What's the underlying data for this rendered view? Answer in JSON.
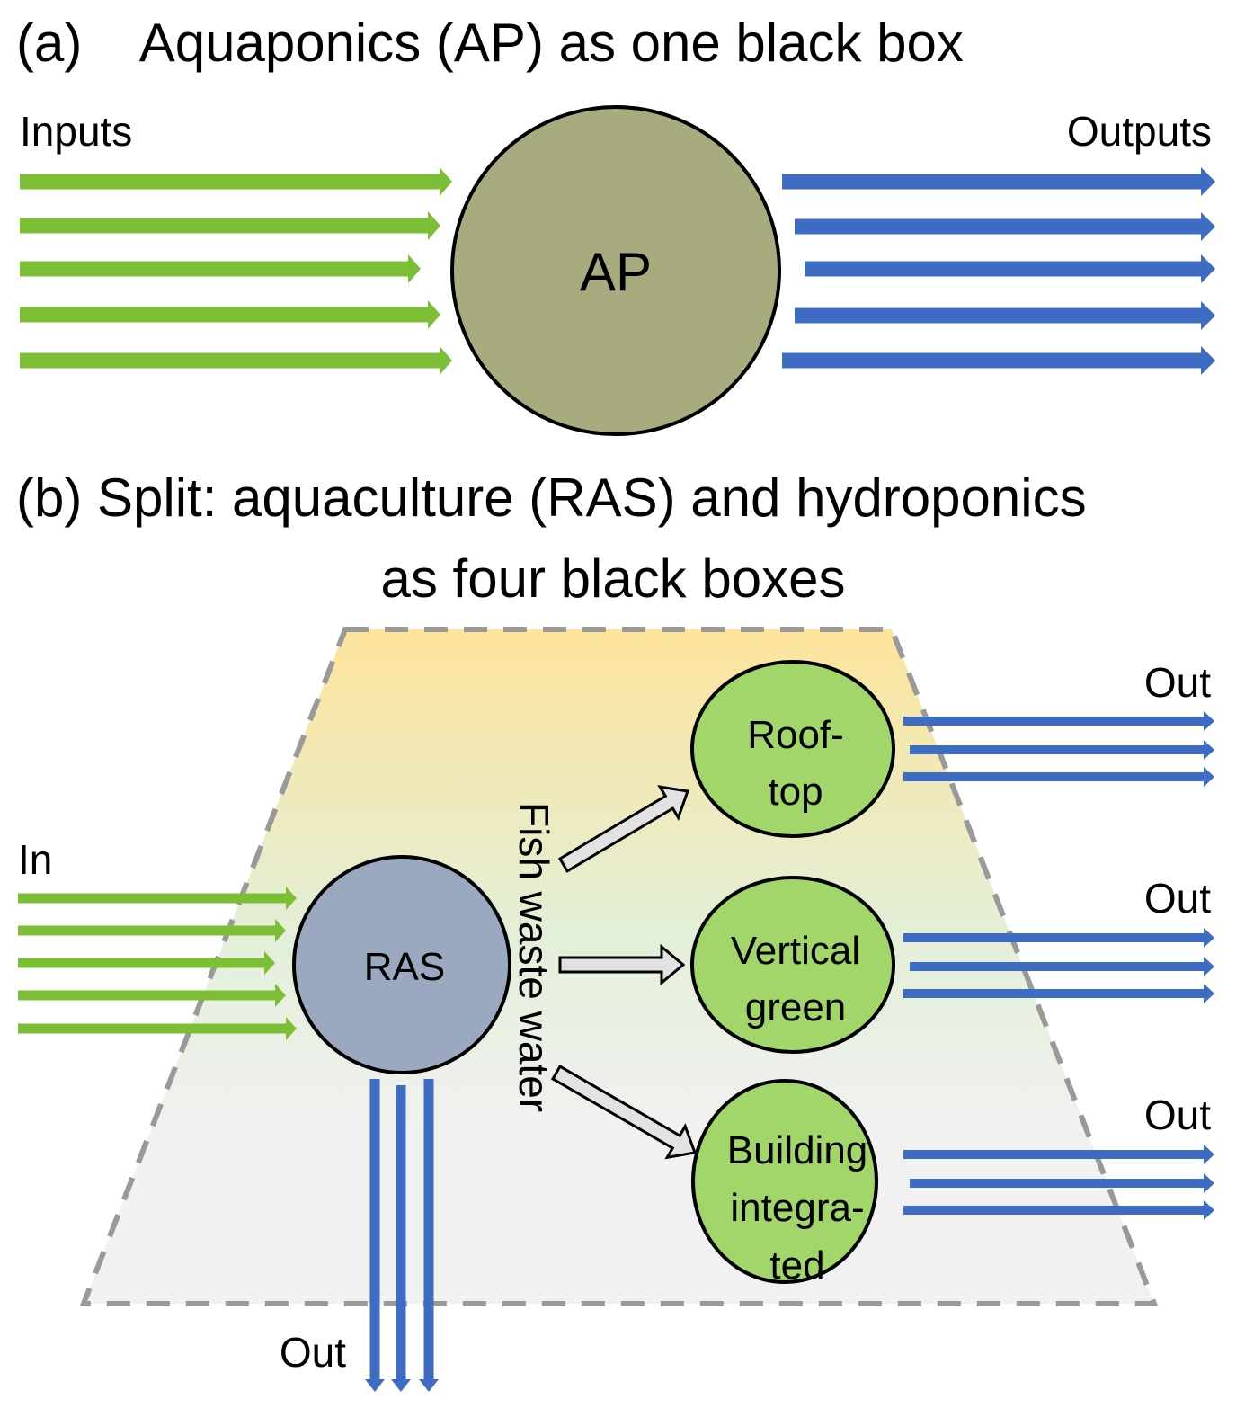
{
  "colors": {
    "input_arrow": "#7cbf37",
    "output_arrow": "#3e6cc2",
    "ap_circle": "#a8ab7e",
    "ras_circle": "#9aa9bf",
    "plant_circle": "#a2d56a",
    "flow_arrow_fill": "#e2e2e2",
    "dashed_border": "#999999",
    "gradient_top": "#fde49b",
    "gradient_mid": "#e3efd8",
    "gradient_bottom": "#f1f1f1"
  },
  "panel_a": {
    "title": "(a)    Aquaponics (AP) as one black box",
    "inputs_label": "Inputs",
    "outputs_label": "Outputs",
    "center_node": "AP",
    "input_count": 5,
    "output_count": 5
  },
  "panel_b": {
    "title_line1": "(b) Split: aquaculture (RAS) and hydroponics",
    "title_line2": "as four black boxes",
    "in_label": "In",
    "ras_node": "RAS",
    "ras_out_label": "Out",
    "flow_label": "Fish waste water",
    "plant_nodes": [
      {
        "lines": [
          "Roof-",
          "top"
        ],
        "out_label": "Out"
      },
      {
        "lines": [
          "Vertical",
          "green"
        ],
        "out_label": "Out"
      },
      {
        "lines": [
          "Building",
          "integra-",
          "ted"
        ],
        "out_label": "Out"
      }
    ]
  }
}
